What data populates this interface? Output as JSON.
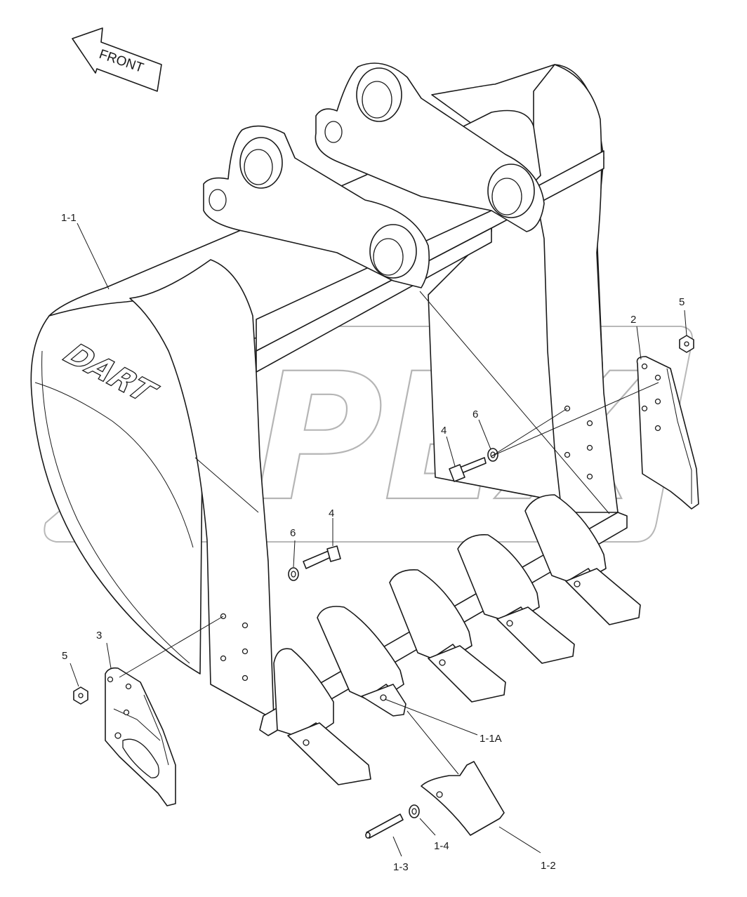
{
  "drawing": {
    "direction_label": "FRONT",
    "brand_mark": "DART",
    "watermark": "OPEX"
  },
  "callouts": {
    "c1_1": "1-1",
    "c1_1A": "1-1A",
    "c1_2": "1-2",
    "c1_3": "1-3",
    "c1_4": "1-4",
    "c2": "2",
    "c3": "3",
    "c4_top": "4",
    "c4_low": "4",
    "c5_right": "5",
    "c5_left": "5",
    "c6_top": "6",
    "c6_low": "6"
  }
}
